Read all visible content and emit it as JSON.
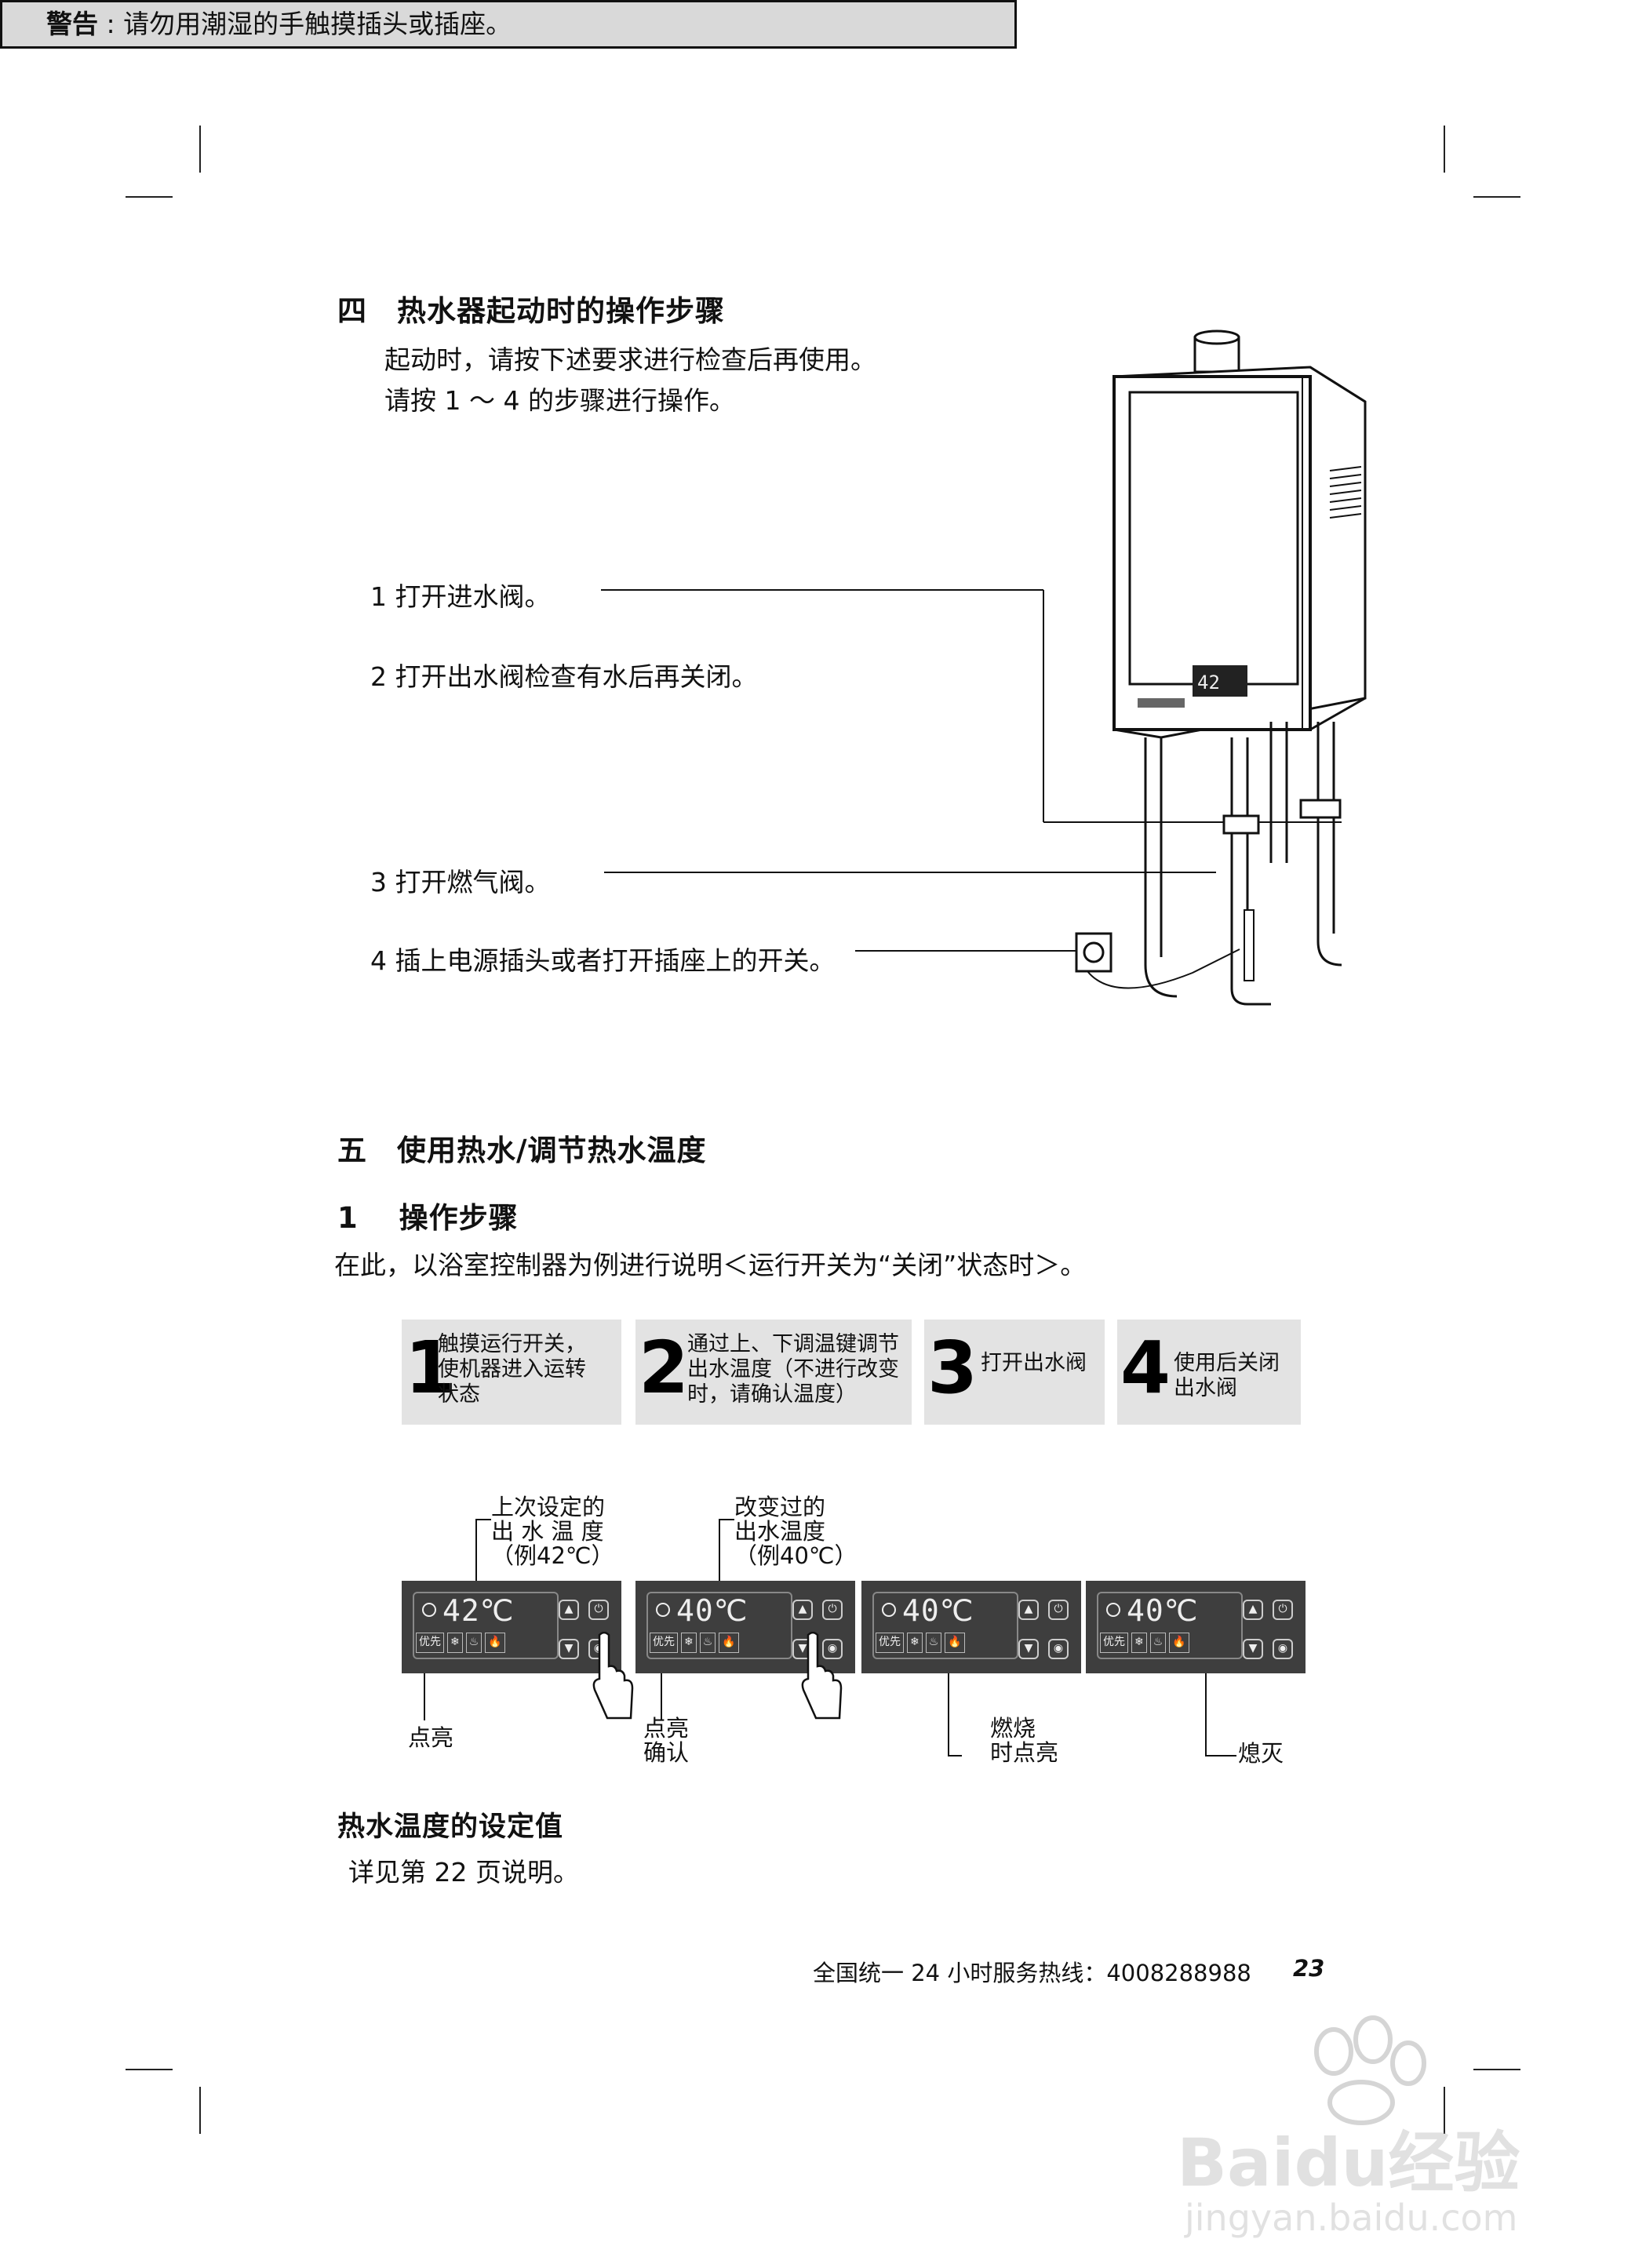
{
  "section4": {
    "title": "四　热水器起动时的操作步骤",
    "intro_1": "起动时，请按下述要求进行检查后再使用。",
    "intro_2": "请按 1 ～ 4 的步骤进行操作。",
    "steps": [
      "1 打开进水阀。",
      "2 打开出水阀检查有水后再关闭。",
      "3 打开燃气阀。",
      "4 插上电源插头或者打开插座上的开关。"
    ],
    "warning_label": "警告",
    "warning_text": " : 请勿用潮湿的手触摸插头或插座。"
  },
  "section5": {
    "title": "五　使用热水/调节热水温度",
    "subtitle": "1　 操作步骤",
    "intro": "在此，以浴室控制器为例进行说明＜运行开关为“关闭”状态时＞。",
    "cards": [
      {
        "num": "1",
        "lines": [
          "触摸运行开关，",
          "使机器进入运转",
          "状态"
        ]
      },
      {
        "num": "2",
        "lines": [
          "通过上、下调温键调节",
          "出水温度（不进行改变",
          "时，请确认温度）"
        ]
      },
      {
        "num": "3",
        "lines": [
          "打开出水阀"
        ]
      },
      {
        "num": "4",
        "lines": [
          "使用后关闭",
          "出水阀"
        ]
      }
    ],
    "top_annotations": [
      {
        "lines": [
          "上次设定的",
          "出 水 温 度",
          "（例42℃）"
        ]
      },
      {
        "lines": [
          "改变过的",
          "出水温度",
          "（例40℃）"
        ]
      }
    ],
    "panels": [
      {
        "temp": "42℃"
      },
      {
        "temp": "40℃"
      },
      {
        "temp": "40℃"
      },
      {
        "temp": "40℃"
      }
    ],
    "panel_row_label": "优先",
    "bottom_annotations": [
      {
        "lines": [
          "点亮"
        ]
      },
      {
        "lines": [
          "点亮",
          "确认"
        ]
      },
      {
        "lines": [
          "燃烧",
          "时点亮"
        ]
      },
      {
        "lines": [
          "熄灭"
        ]
      }
    ],
    "setting_title": "热水温度的设定值",
    "setting_text": "详见第 22 页说明。"
  },
  "footer": {
    "hotline": "全国统一 24 小时服务热线：4008288988",
    "page_number": "23"
  },
  "watermark": {
    "logo": "Baidu经验",
    "url": "jingyan.baidu.com"
  }
}
